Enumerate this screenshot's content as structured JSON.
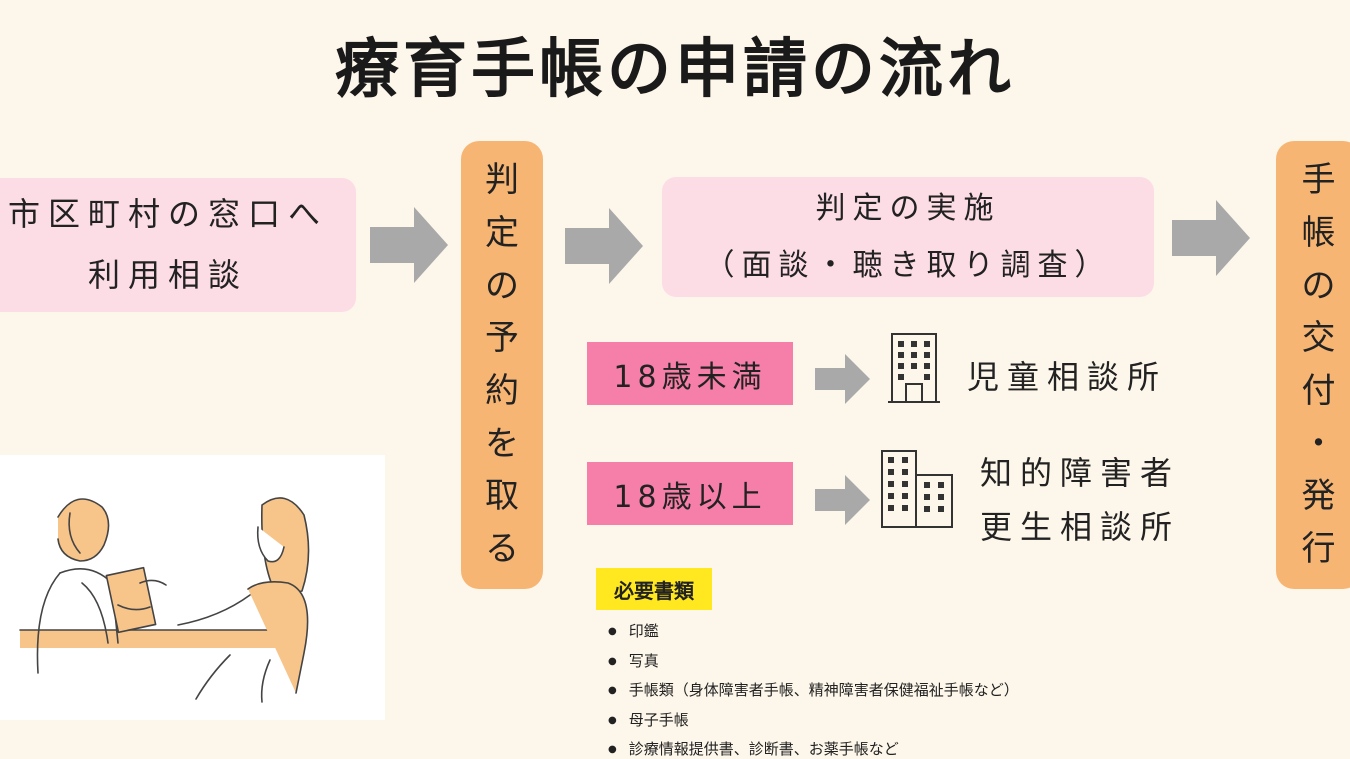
{
  "title": "療育手帳の申請の流れ",
  "step1": {
    "line1": "市区町村の窓口へ",
    "line2": "利用相談"
  },
  "step2": {
    "text": "判定の予約を取る"
  },
  "step3": {
    "line1": "判定の実施",
    "line2": "（面談・聴き取り調査）"
  },
  "step4": {
    "text": "手帳の交付・発行"
  },
  "branches": [
    {
      "age": "18歳未満",
      "office_line1": "児童相談所",
      "office_line2": "",
      "icon": "office-building-icon"
    },
    {
      "age": "18歳以上",
      "office_line1": "知的障害者",
      "office_line2": "更生相談所",
      "icon": "office-buildings-icon"
    }
  ],
  "documents": {
    "label": "必要書類",
    "items": [
      "印鑑",
      "写真",
      "手帳類（身体障害者手帳、精神障害者保健福祉手帳など）",
      "母子手帳",
      "診療情報提供書、診断書、お薬手帳など"
    ]
  },
  "colors": {
    "background": "#fdf6ea",
    "pink_box": "#fcdde6",
    "orange_box": "#f7b574",
    "age_box": "#f57fa8",
    "arrow": "#a9a9a9",
    "highlight": "#ffe81f"
  },
  "illustration": "consultation-illustration"
}
